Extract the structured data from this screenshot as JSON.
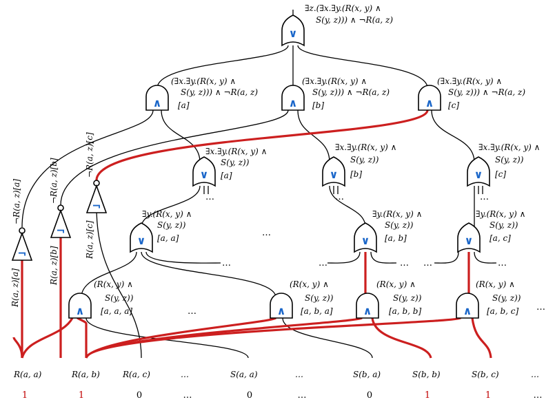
{
  "colors": {
    "active_wire": "#cc1f1f",
    "wire": "#000000",
    "gate_symbol": "#1a66c9",
    "true_value": "#c00000",
    "false_value": "#000000"
  },
  "gate_symbols": {
    "or": "∨",
    "and": "∧",
    "not": "¬"
  },
  "top": {
    "label_1": "∃z.(∃x.∃y.(R(x, y) ∧",
    "label_2": "S(y, z))) ∧ ¬R(a, z)"
  },
  "and_level": [
    {
      "label_1": "(∃x.∃y.(R(x, y) ∧",
      "label_2": "S(y, z))) ∧ ¬R(a, z)",
      "label_3": "[a]"
    },
    {
      "label_1": "(∃x.∃y.(R(x, y) ∧",
      "label_2": "S(y, z))) ∧ ¬R(a, z)",
      "label_3": "[b]"
    },
    {
      "label_1": "(∃x.∃y.(R(x, y) ∧",
      "label_2": "S(y, z))) ∧ ¬R(a, z)",
      "label_3": "[c]"
    }
  ],
  "exists_x_level": [
    {
      "label_1": "∃x.∃y.(R(x, y) ∧",
      "label_2": "S(y, z))",
      "label_3": "[a]"
    },
    {
      "label_1": "∃x.∃y.(R(x, y) ∧",
      "label_2": "S(y, z))",
      "label_3": "[b]"
    },
    {
      "label_1": "∃x.∃y.(R(x, y) ∧",
      "label_2": "S(y, z))",
      "label_3": "[c]"
    }
  ],
  "exists_y_level": [
    {
      "label_1": "∃y.(R(x, y) ∧",
      "label_2": "S(y, z))",
      "label_3": "[a, a]"
    },
    {
      "label_1": "∃y.(R(x, y) ∧",
      "label_2": "S(y, z))",
      "label_3": "[a, b]"
    },
    {
      "label_1": "∃y.(R(x, y) ∧",
      "label_2": "S(y, z))",
      "label_3": "[a, c]"
    }
  ],
  "conj_level": [
    {
      "label_1": "(R(x, y) ∧",
      "label_2": "S(y, z))",
      "label_3": "[a, a, a]"
    },
    {
      "label_1": "(R(x, y) ∧",
      "label_2": "S(y, z))",
      "label_3": "[a, b, a]"
    },
    {
      "label_1": "(R(x, y) ∧",
      "label_2": "S(y, z))",
      "label_3": "[a, b, b]"
    },
    {
      "label_1": "(R(x, y) ∧",
      "label_2": "S(y, z))",
      "label_3": "[a, b, c]"
    }
  ],
  "not_gates": [
    {
      "top_label": "¬R(a, z)[a]",
      "bottom_label": "R(a, z)[a]"
    },
    {
      "top_label": "¬R(a, z)[b]",
      "bottom_label": "R(a, z)[b]"
    },
    {
      "top_label": "¬R(a, z)[c]",
      "bottom_label": "R(a, z)[c]"
    }
  ],
  "ellipsis": "…",
  "inputs": [
    {
      "name": "R(a, a)",
      "value": "1"
    },
    {
      "name": "R(a, b)",
      "value": "1"
    },
    {
      "name": "R(a, c)",
      "value": "0"
    },
    {
      "name": "…",
      "value": "…"
    },
    {
      "name": "S(a, a)",
      "value": "0"
    },
    {
      "name": "…",
      "value": "…"
    },
    {
      "name": "S(b, a)",
      "value": "0"
    },
    {
      "name": "S(b, b)",
      "value": "1"
    },
    {
      "name": "S(b, c)",
      "value": "1"
    },
    {
      "name": "…",
      "value": "…"
    }
  ]
}
